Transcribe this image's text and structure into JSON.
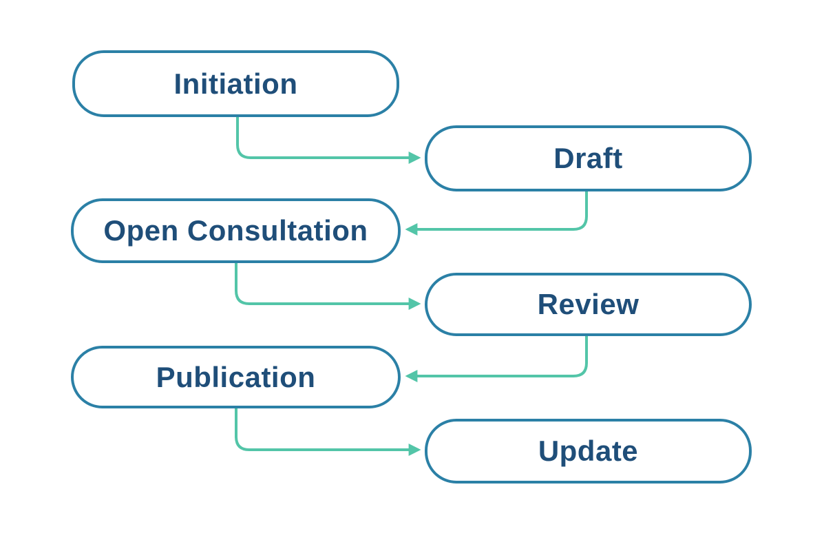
{
  "diagram": {
    "type": "flowchart",
    "background": "#ffffff",
    "colors": {
      "background": "#ffffff",
      "node_border": "#2b80a6",
      "node_fill": "#ffffff",
      "label_text": "#1f4e79",
      "connector": "#53c5a8"
    },
    "nodes": [
      {
        "id": "initiation",
        "label": "Initiation"
      },
      {
        "id": "draft",
        "label": "Draft"
      },
      {
        "id": "open-consultation",
        "label": "Open Consultation"
      },
      {
        "id": "review",
        "label": "Review"
      },
      {
        "id": "publication",
        "label": "Publication"
      },
      {
        "id": "update",
        "label": "Update"
      }
    ],
    "edges": [
      {
        "from": "Initiation",
        "to": "Draft"
      },
      {
        "from": "Draft",
        "to": "Open Consultation"
      },
      {
        "from": "Open Consultation",
        "to": "Review"
      },
      {
        "from": "Review",
        "to": "Publication"
      },
      {
        "from": "Publication",
        "to": "Update"
      }
    ]
  }
}
